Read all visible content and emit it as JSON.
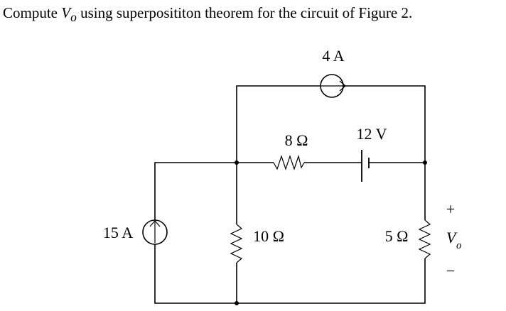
{
  "question": {
    "prefix": "Compute ",
    "var_main": "V",
    "var_sub": "o",
    "suffix": " using superposititon theorem for the circuit of Figure 2."
  },
  "circuit": {
    "top_source_label": "4 A",
    "left_source_label": "15 A",
    "series_resistor_label": "8 Ω",
    "battery_label": "12 V",
    "middle_resistor_label": "10 Ω",
    "right_resistor_label": "5 Ω",
    "plus_sign": "+",
    "minus_sign": "−",
    "output_main": "V",
    "output_sub": "o"
  }
}
